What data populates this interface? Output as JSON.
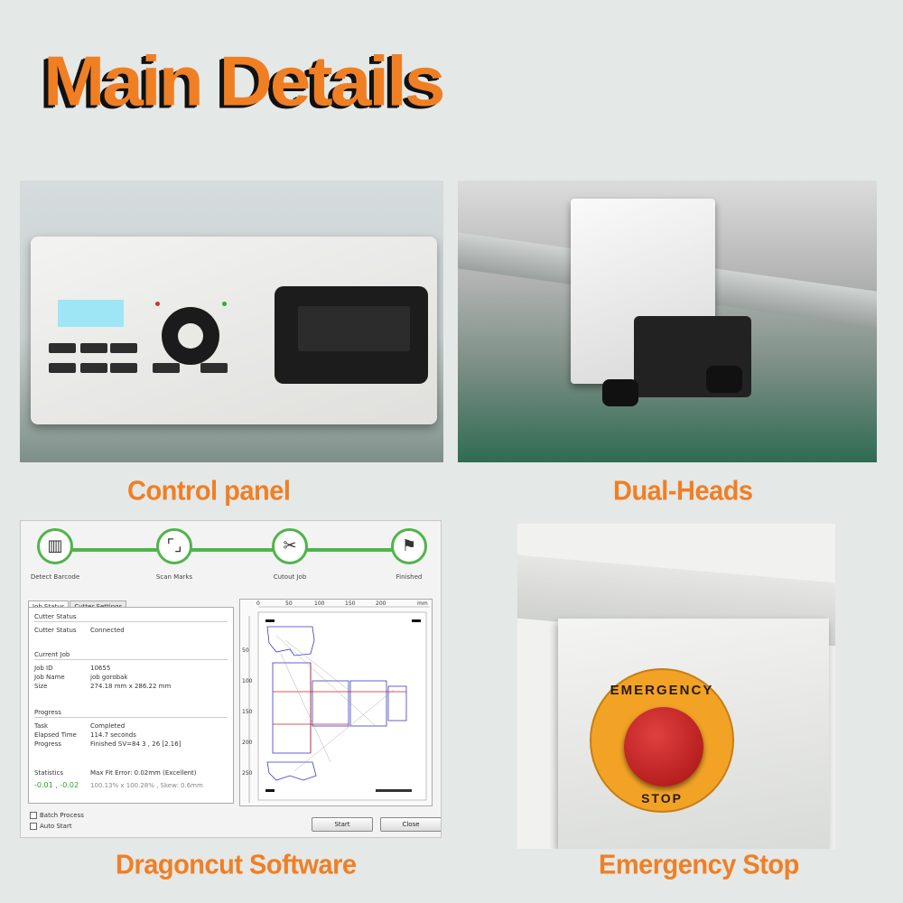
{
  "title": "Main Details",
  "captions": {
    "control_panel": "Control panel",
    "dual_heads": "Dual-Heads",
    "software": "Dragoncut Software",
    "emergency_stop": "Emergency Stop"
  },
  "emergency_button": {
    "top_text": "EMERGENCY",
    "bottom_text": "STOP"
  },
  "software_window": {
    "steps": [
      "Detect Barcode",
      "Scan Marks",
      "Cutout Job",
      "Finished"
    ],
    "tabs": [
      "Job Status",
      "Cutter Settings"
    ],
    "cutter_status": {
      "title": "Cutter Status",
      "rows": [
        {
          "label": "Cutter Status",
          "value": "Connected"
        }
      ]
    },
    "current_job": {
      "title": "Current Job",
      "rows": [
        {
          "label": "Job ID",
          "value": "10655"
        },
        {
          "label": "Job Name",
          "value": "job gorobak"
        },
        {
          "label": "Size",
          "value": "274.18 mm x 286.22 mm"
        }
      ]
    },
    "progress": {
      "title": "Progress",
      "rows": [
        {
          "label": "Task",
          "value": "Completed"
        },
        {
          "label": "Elapsed Time",
          "value": "114.7 seconds"
        },
        {
          "label": "Progress",
          "value": "Finished  SV=84  3 , 26 [2.16]"
        }
      ]
    },
    "statistics": {
      "label": "Statistics",
      "value": "Max Fit Error: 0.02mm (Excellent)",
      "offset": "-0.01 , -0.02",
      "scale": "100.13% x 100.28% , Skew: 0.6mm"
    },
    "checkboxes": [
      "Batch Process",
      "Auto Start"
    ],
    "buttons": {
      "start": "Start",
      "close": "Close"
    },
    "ruler_top": [
      "0",
      "50",
      "100",
      "150",
      "200"
    ],
    "ruler_unit": "mm",
    "ruler_left": [
      "50",
      "100",
      "150",
      "200",
      "250"
    ]
  },
  "colors": {
    "accent": "#f07f24",
    "progress_green": "#4fb54a",
    "stop_red": "#c41f1f",
    "stop_ring": "#f2a326"
  }
}
